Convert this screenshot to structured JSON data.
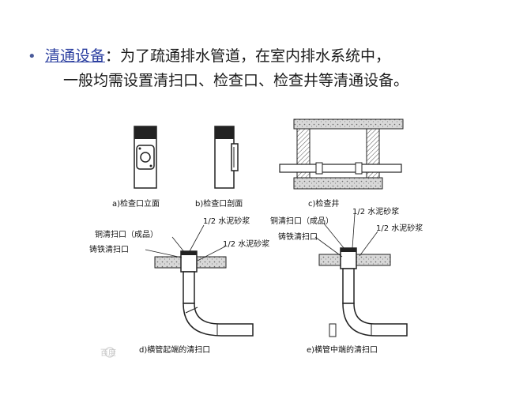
{
  "bullet": {
    "term": "清通设备",
    "colon": "：",
    "line1_rest": "为了疏通排水管道，在室内排水系统中，",
    "line2": "一般均需设置清扫口、检查口、检查井等清通设备。"
  },
  "figures": {
    "a_caption": "a)检查口立面",
    "b_caption": "b)检查口剖面",
    "c_caption": "c)检查井",
    "d_caption": "d)横管起端的清扫口",
    "e_caption": "e)横管中端的清扫口",
    "d_labels": {
      "cement_mortar": "1/2 水泥砂浆",
      "copper_cleanout": "铜清扫口（成品）",
      "iron_cleanout": "铸铁清扫口",
      "cement_mortar_2": "1/2 水泥砂浆"
    },
    "e_labels": {
      "copper_cleanout": "铜清扫口（成品）",
      "cement_mortar": "1/2 水泥砂浆",
      "iron_cleanout": "铸铁清扫口",
      "cement_mortar_2": "1/2 水泥砂浆"
    }
  },
  "watermark": "百度"
}
